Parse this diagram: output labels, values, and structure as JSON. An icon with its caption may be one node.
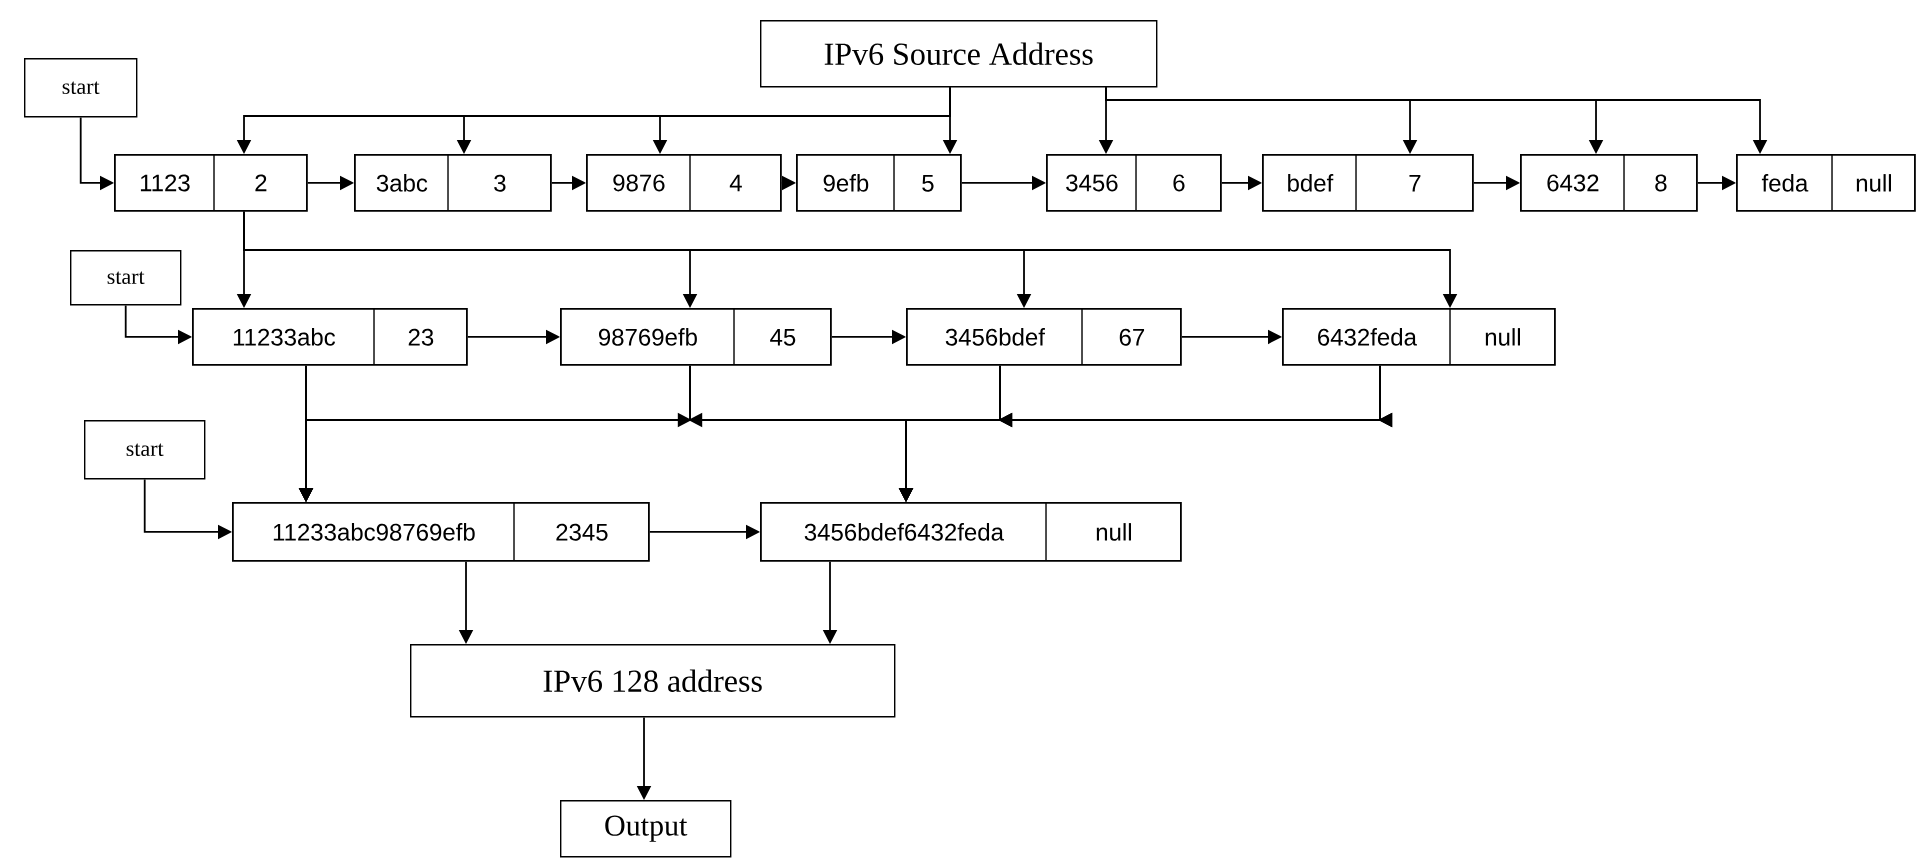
{
  "diagram": {
    "nodes": [
      {
        "text": [
          "IPv6 Source Address"
        ]
      },
      {
        "text": [
          "start"
        ]
      },
      {
        "text": [
          "1123",
          "2"
        ]
      },
      {
        "text": [
          "3abc",
          "3"
        ]
      },
      {
        "text": [
          "9876",
          "4"
        ]
      },
      {
        "text": [
          "9efb",
          "5"
        ]
      },
      {
        "text": [
          "3456",
          "6"
        ]
      },
      {
        "text": [
          "bdef",
          "7"
        ]
      },
      {
        "text": [
          "6432",
          "8"
        ]
      },
      {
        "text": [
          "feda",
          "null"
        ]
      },
      {
        "text": [
          "start"
        ]
      },
      {
        "text": [
          "11233abc",
          "23"
        ]
      },
      {
        "text": [
          "98769efb",
          "45"
        ]
      },
      {
        "text": [
          "3456bdef",
          "67"
        ]
      },
      {
        "text": [
          "6432feda",
          "null"
        ]
      },
      {
        "text": [
          "start"
        ]
      },
      {
        "text": [
          "11233abc98769efb",
          "2345"
        ]
      },
      {
        "text": [
          "3456bdef6432feda",
          "null"
        ]
      },
      {
        "text": [
          "IPv6 128 address"
        ]
      },
      {
        "text": [
          "Output"
        ]
      }
    ],
    "edges": [
      {
        "from": 0,
        "to": 2,
        "arrow": "to"
      },
      {
        "from": 0,
        "to": 3,
        "arrow": "to"
      },
      {
        "from": 0,
        "to": 4,
        "arrow": "to"
      },
      {
        "from": 0,
        "to": 5,
        "arrow": "to"
      },
      {
        "from": 0,
        "to": 6,
        "arrow": "to"
      },
      {
        "from": 0,
        "to": 7,
        "arrow": "to"
      },
      {
        "from": 0,
        "to": 8,
        "arrow": "to"
      },
      {
        "from": 0,
        "to": 9,
        "arrow": "to"
      },
      {
        "from": 1,
        "to": 2,
        "arrow": "to"
      },
      {
        "from": 2,
        "to": 3,
        "arrow": "to"
      },
      {
        "from": 3,
        "to": 4,
        "arrow": "to"
      },
      {
        "from": 4,
        "to": 5,
        "arrow": "to"
      },
      {
        "from": 5,
        "to": 6,
        "arrow": "to"
      },
      {
        "from": 6,
        "to": 7,
        "arrow": "to"
      },
      {
        "from": 7,
        "to": 8,
        "arrow": "to"
      },
      {
        "from": 8,
        "to": 9,
        "arrow": "to"
      },
      {
        "from": 2,
        "to": 11,
        "arrow": "to"
      },
      {
        "from": 2,
        "to": 12,
        "arrow": "to"
      },
      {
        "from": 2,
        "to": 13,
        "arrow": "to"
      },
      {
        "from": 2,
        "to": 14,
        "arrow": "to"
      },
      {
        "from": 10,
        "to": 11,
        "arrow": "to"
      },
      {
        "from": 11,
        "to": 12,
        "arrow": "to"
      },
      {
        "from": 12,
        "to": 13,
        "arrow": "to"
      },
      {
        "from": 13,
        "to": 14,
        "arrow": "to"
      },
      {
        "from": 11,
        "to": 16,
        "arrow": "to"
      },
      {
        "from": 11,
        "to": 17,
        "arrow": "to"
      },
      {
        "from": 12,
        "to": 16,
        "arrow": "to"
      },
      {
        "from": 12,
        "to": 17,
        "arrow": "to"
      },
      {
        "from": 13,
        "to": 16,
        "arrow": "to"
      },
      {
        "from": 13,
        "to": 17,
        "arrow": "to"
      },
      {
        "from": 14,
        "to": 16,
        "arrow": "to"
      },
      {
        "from": 14,
        "to": 17,
        "arrow": "to"
      },
      {
        "from": 15,
        "to": 16,
        "arrow": "to"
      },
      {
        "from": 16,
        "to": 17,
        "arrow": "to"
      },
      {
        "from": 16,
        "to": 18,
        "arrow": "to"
      },
      {
        "from": 17,
        "to": 18,
        "arrow": "to"
      },
      {
        "from": 18,
        "to": 19,
        "arrow": "to"
      }
    ]
  }
}
